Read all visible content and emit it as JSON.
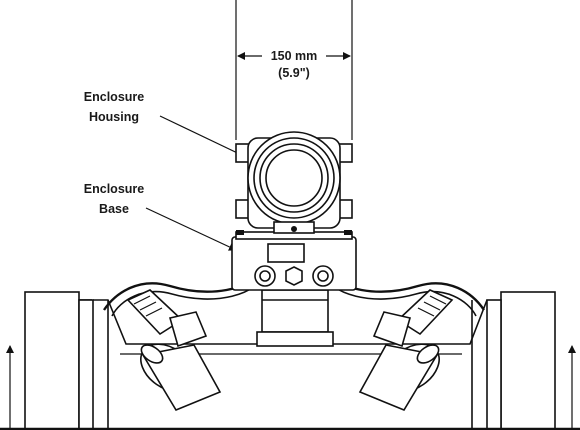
{
  "labels": {
    "housing_line1": "Enclosure",
    "housing_line2": "Housing",
    "base_line1": "Enclosure",
    "base_line2": "Base",
    "dim_mm": "150 mm",
    "dim_in": "(5.9\")"
  }
}
